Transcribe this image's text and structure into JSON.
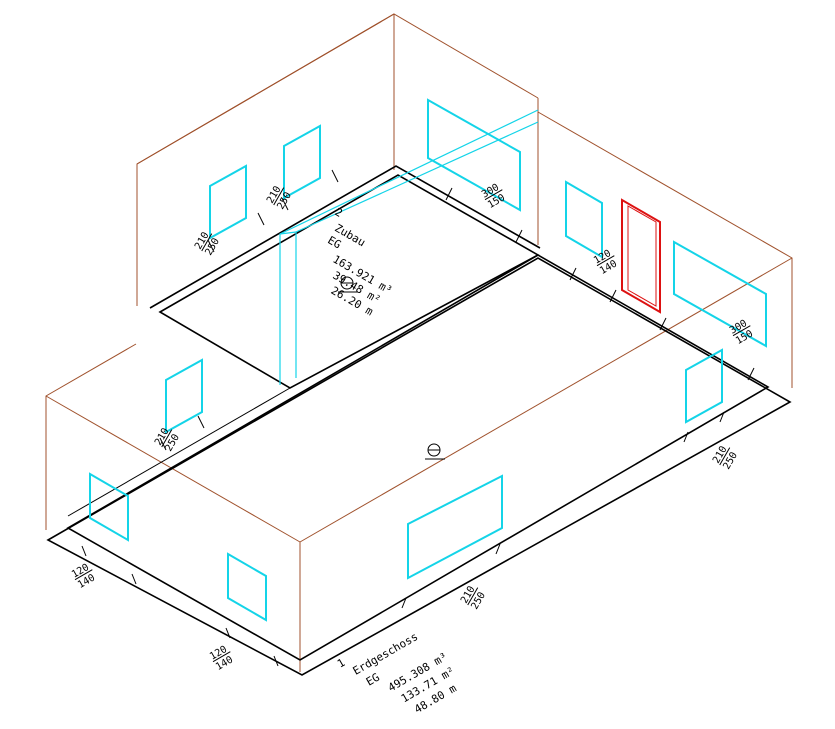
{
  "rooms": [
    {
      "number": "2",
      "name": "Zubau",
      "floor": "EG",
      "volume": "163.921 m³",
      "area": "39.48 m²",
      "perimeter": "26.20 m"
    },
    {
      "number": "1",
      "name": "Erdgeschoss",
      "floor": "EG",
      "volume": "495.308 m³",
      "area": "133.71 m²",
      "perimeter": "48.80 m"
    }
  ],
  "dimensions": {
    "w_upper_left_a": {
      "top": "210",
      "bottom": "250"
    },
    "w_upper_left_b": {
      "top": "210",
      "bottom": "250"
    },
    "w_upper_back": {
      "top": "300",
      "bottom": "150"
    },
    "door_right": {
      "top": "120",
      "bottom": "140"
    },
    "w_right_back": {
      "top": "300",
      "bottom": "150"
    },
    "w_left_mid": {
      "top": "210",
      "bottom": "250"
    },
    "w_right_side": {
      "top": "210",
      "bottom": "250"
    },
    "w_front_left": {
      "top": "120",
      "bottom": "140"
    },
    "w_front_mid": {
      "top": "210",
      "bottom": "250"
    },
    "w_front_left2": {
      "top": "120",
      "bottom": "140"
    }
  },
  "colors": {
    "wall": "#a0522d",
    "window": "#14d4e8",
    "door": "#d11111",
    "floor": "#000000"
  }
}
